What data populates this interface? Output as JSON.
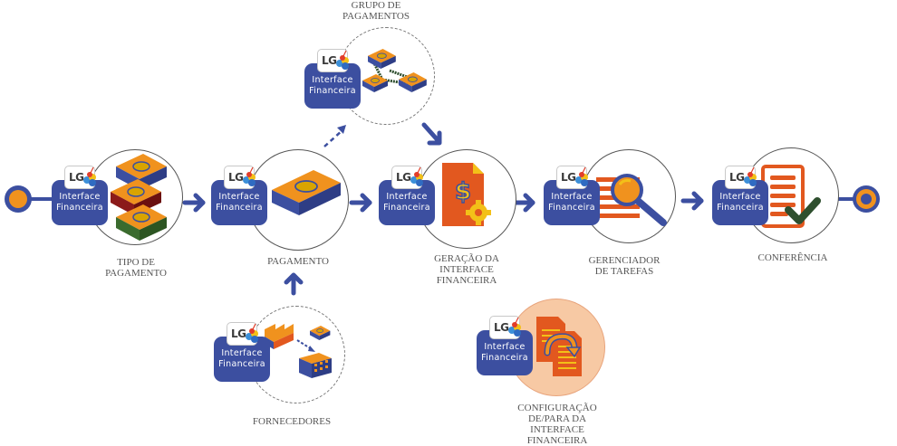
{
  "badge": {
    "line1": "Interface",
    "line2": "Financeira",
    "logo_text": "LG"
  },
  "colors": {
    "badge_blue": "#3c4fa0",
    "arrow_blue": "#3c4fa0",
    "accent_orange": "#f0921e",
    "doc_orange": "#e2581f",
    "check_green": "#2e4f2e",
    "peach": "#f7c9a4"
  },
  "steps": [
    {
      "id": "tipo-pagamento",
      "label_lines": [
        "TIPO DE",
        "PAGAMENTO"
      ],
      "icon": "stacked-money-icon"
    },
    {
      "id": "pagamento",
      "label_lines": [
        "PAGAMENTO"
      ],
      "icon": "money-bundle-icon"
    },
    {
      "id": "grupo-pagamentos",
      "label_lines": [
        "GRUPO DE",
        "PAGAMENTOS"
      ],
      "icon": "grouped-money-icon",
      "optional": true
    },
    {
      "id": "geracao",
      "label_lines": [
        "GERAÇÃO DA",
        "INTERFACE",
        "FINANCEIRA"
      ],
      "icon": "document-dollar-gear-icon"
    },
    {
      "id": "gerenciador",
      "label_lines": [
        "GERENCIADOR",
        "DE TAREFAS"
      ],
      "icon": "list-magnifier-icon"
    },
    {
      "id": "conferencia",
      "label_lines": [
        "CONFERÊNCIA"
      ],
      "icon": "document-check-icon"
    },
    {
      "id": "fornecedores",
      "label_lines": [
        "FORNECEDORES"
      ],
      "icon": "factory-transfer-icon",
      "optional": true
    },
    {
      "id": "configuracao",
      "label_lines": [
        "CONFIGURAÇÃO",
        "DE/PARA DA",
        "INTERFACE",
        "FINANCEIRA"
      ],
      "icon": "documents-sync-icon"
    }
  ]
}
